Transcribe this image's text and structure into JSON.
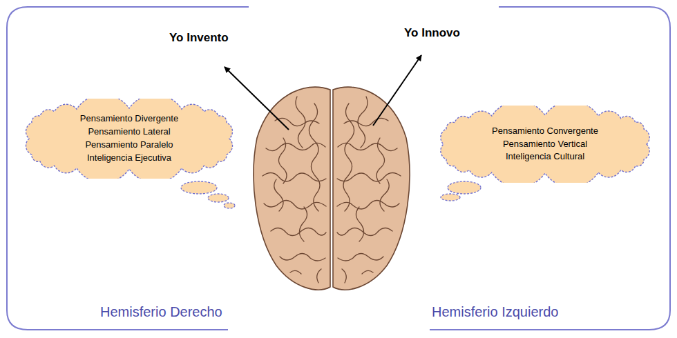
{
  "diagram": {
    "nodes": [
      {
        "text": [
          "Pensamiento Divergente",
          "Pensamiento Lateral",
          "Pensamiento Paralelo",
          "Inteligencia Ejecutiva"
        ]
      },
      {
        "text": [
          "Pensamiento Convergente",
          "Pensamiento Vertical",
          "Inteligencia Cultural"
        ]
      }
    ],
    "labels": [
      "Yo Invento",
      "Yo Innovo",
      "Hemisferio Derecho",
      "Hemisferio Izquierdo"
    ]
  }
}
